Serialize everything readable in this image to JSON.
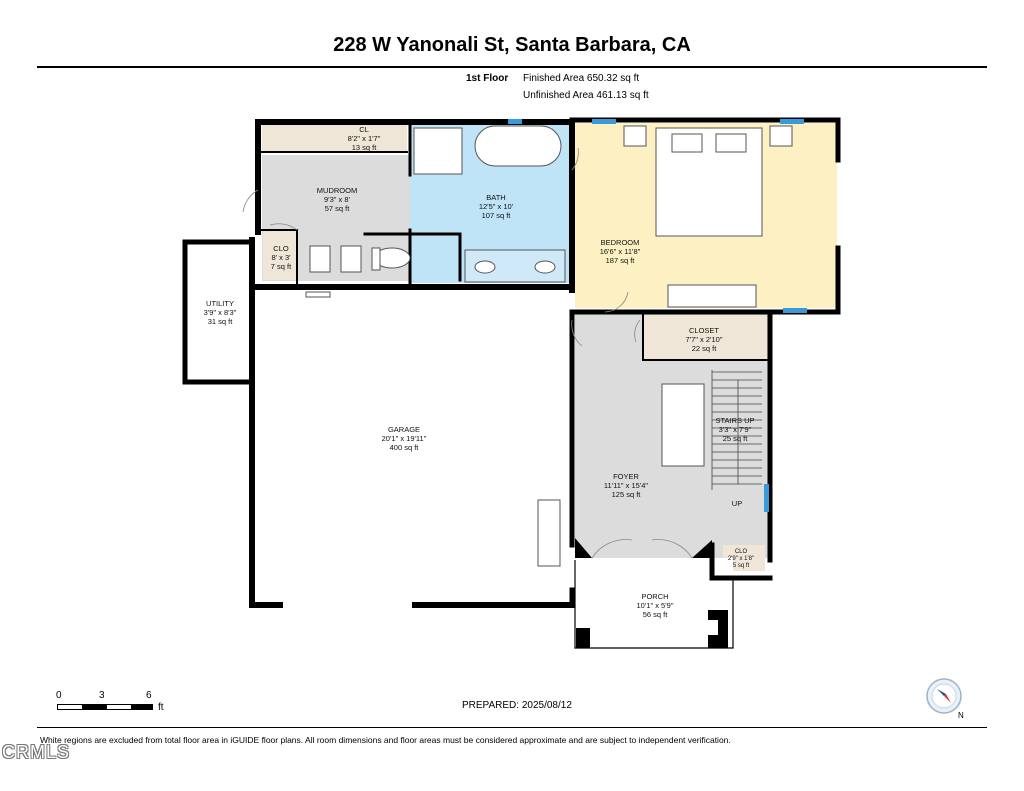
{
  "title": "228 W Yanonali St, Santa Barbara, CA",
  "floor": {
    "name": "1st Floor",
    "finished_area": "Finished Area 650.32 sq ft",
    "unfinished_area": "Unfinished Area 461.13 sq ft"
  },
  "rooms": [
    {
      "name": "CL",
      "dims": "8'2\" x 1'7\"",
      "area": "13 sq ft"
    },
    {
      "name": "MUDROOM",
      "dims": "9'3\" x 8'",
      "area": "57 sq ft"
    },
    {
      "name": "CLO",
      "dims": "8' x 3'",
      "area": "7 sq ft"
    },
    {
      "name": "BATH",
      "dims": "12'5\" x 10'",
      "area": "107 sq ft"
    },
    {
      "name": "BEDROOM",
      "dims": "16'6\" x 11'8\"",
      "area": "187 sq ft"
    },
    {
      "name": "UTILITY",
      "dims": "3'9\" x 8'3\"",
      "area": "31 sq ft"
    },
    {
      "name": "CLOSET",
      "dims": "7'7\" x 2'10\"",
      "area": "22 sq ft"
    },
    {
      "name": "GARAGE",
      "dims": "20'1\" x 19'11\"",
      "area": "400 sq ft"
    },
    {
      "name": "STAIRS UP",
      "dims": "3'3\" x 7'9\"",
      "area": "25 sq ft"
    },
    {
      "name": "FOYER",
      "dims": "11'11\" x 15'4\"",
      "area": "125 sq ft"
    },
    {
      "name": "CLO",
      "dims": "2'9\" x 1'8\"",
      "area": "5 sq ft"
    },
    {
      "name": "PORCH",
      "dims": "10'1\" x 5'9\"",
      "area": "56 sq ft"
    }
  ],
  "stairs_direction_label": "UP",
  "scale": {
    "labels": [
      "0",
      "3",
      "6"
    ],
    "unit": "ft"
  },
  "prepared": "PREPARED: 2025/08/12",
  "disclaimer": "White regions are excluded from total floor area in iGUIDE floor plans. All room dimensions and floor areas must be considered approximate and are subject to independent verification.",
  "watermark": "CRMLS",
  "compass": {
    "icon": "north-compass-icon",
    "label": "N"
  },
  "colors": {
    "wall": "#000000",
    "grey_room": "#dcdcdc",
    "bath": "#bfe3f7",
    "bedroom": "#fdf1c4",
    "closet": "#efe6d8",
    "window": "#3a9ad9",
    "white_region": "#ffffff"
  }
}
